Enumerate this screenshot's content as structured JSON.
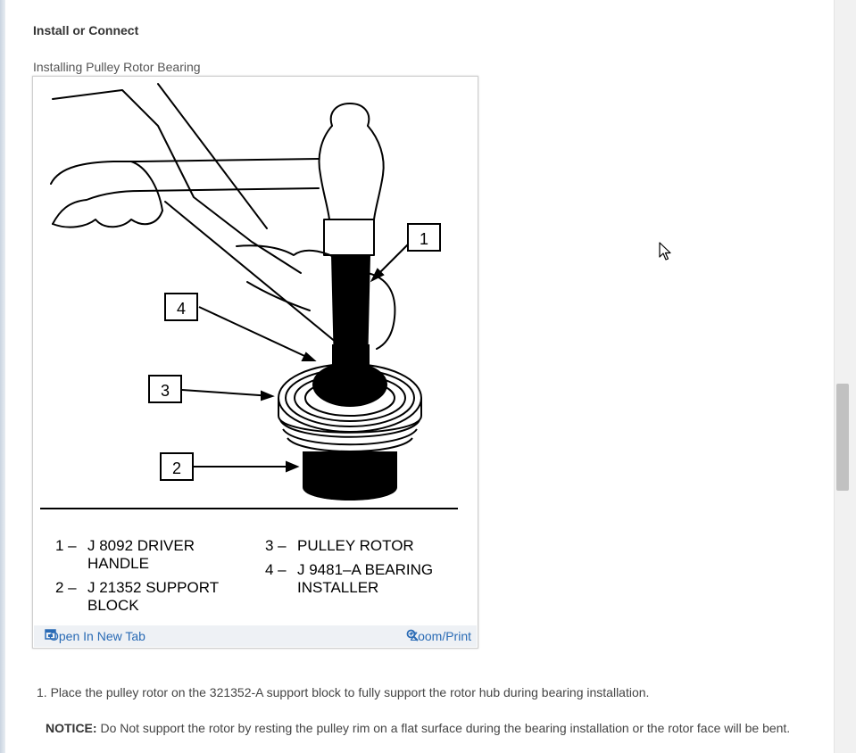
{
  "section": {
    "heading": "Install or Connect",
    "caption": "Installing Pulley Rotor Bearing"
  },
  "figure": {
    "callouts": [
      "1",
      "2",
      "3",
      "4"
    ],
    "legend": {
      "item1": {
        "num": "1 –",
        "line1": "J 8092 DRIVER",
        "line2": "HANDLE"
      },
      "item2": {
        "num": "2 –",
        "line1": "J 21352 SUPPORT",
        "line2": "BLOCK"
      },
      "item3": {
        "num": "3 –",
        "line1": "PULLEY ROTOR"
      },
      "item4": {
        "num": "4 –",
        "line1": "J 9481–A BEARING",
        "line2": "INSTALLER"
      }
    },
    "open_tab_label": "Open In New Tab",
    "zoom_label": "Zoom/Print"
  },
  "steps": [
    {
      "text": "1. Place the pulley rotor on the 321352-A support block to fully support the rotor hub during bearing installation."
    }
  ],
  "notice": {
    "label": "NOTICE:",
    "text": " Do Not support the rotor by resting the pulley rim on a flat surface during the bearing installation or the rotor face will be bent."
  },
  "icons": {
    "open": "open-new-tab-icon",
    "zoom": "magnifier-icon",
    "cursor": "mouse-pointer-icon"
  }
}
